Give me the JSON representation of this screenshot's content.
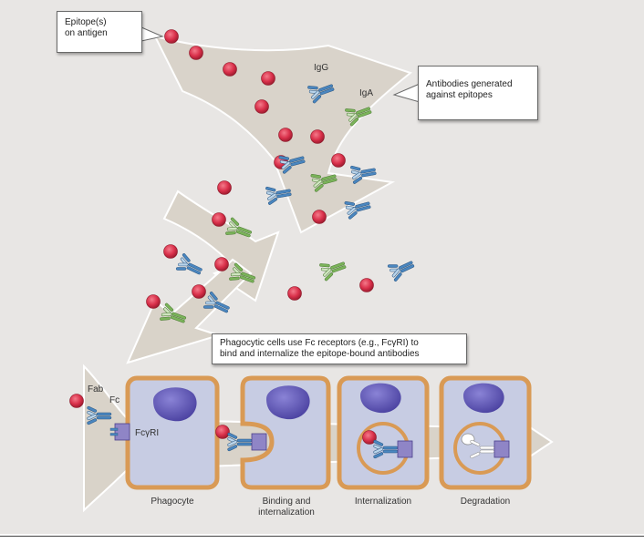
{
  "callouts": {
    "epitope": "Epitope(s)\non antigen",
    "antibodies": "Antibodies generated\nagainst epitopes",
    "phagocytic": "Phagocytic cells use Fc receptors (e.g., FcγRI) to\nbind and internalize the epitope-bound antibodies"
  },
  "labels": {
    "igg": "IgG",
    "iga": "IgA",
    "fab": "Fab",
    "fc": "Fc",
    "receptor": "FcγRI"
  },
  "stages": [
    "Phagocyte",
    "Binding and\ninternalization",
    "Internalization",
    "Degradation"
  ],
  "colors": {
    "background": "#e8e6e4",
    "arrow": "#d9d3c9",
    "antigen": "#d9304a",
    "igg": "#4a86bf",
    "iga": "#7bb35a",
    "cell_border": "#d99a55",
    "cell_fill": "#c7cce3",
    "nucleus": "#5e56b2",
    "receptor": "#8f85c6"
  }
}
